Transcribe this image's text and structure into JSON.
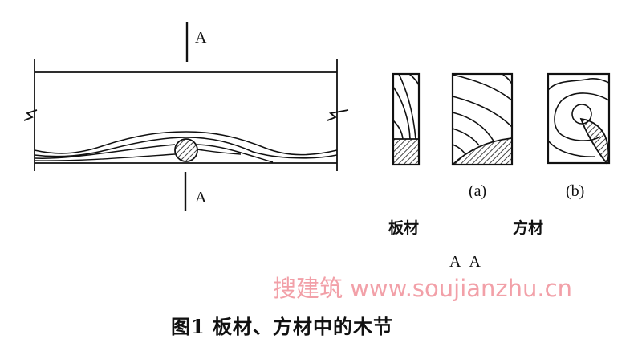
{
  "beam": {
    "section_mark_top": "A",
    "section_mark_bottom": "A"
  },
  "sections": {
    "label_a": "(a)",
    "label_b": "(b)",
    "plank_label": "板材",
    "square_timber_label": "方材",
    "section_label": "A–A"
  },
  "caption": "图1 板材、方材中的木节",
  "watermark": "搜建筑 www.soujianzhu.cn",
  "colors": {
    "line": "#111111",
    "watermark": "#f2a0a8"
  }
}
